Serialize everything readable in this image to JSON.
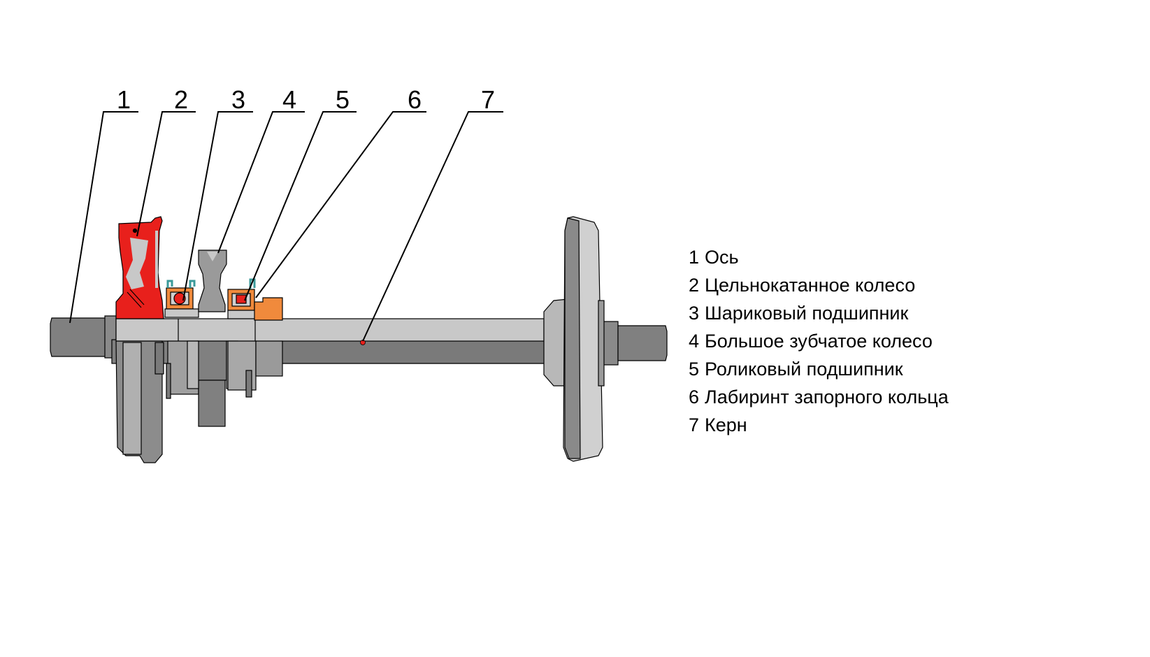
{
  "callouts": [
    "1",
    "2",
    "3",
    "4",
    "5",
    "6",
    "7"
  ],
  "legend": [
    {
      "num": "1",
      "label": "Ось"
    },
    {
      "num": "2",
      "label": "Цельнокатанное колесо"
    },
    {
      "num": "3",
      "label": "Шариковый подшипник"
    },
    {
      "num": "4",
      "label": "Большое зубчатое колесо"
    },
    {
      "num": "5",
      "label": "Роликовый подшипник"
    },
    {
      "num": "6",
      "label": "Лабиринт запорного кольца"
    },
    {
      "num": "7",
      "label": "Керн"
    }
  ],
  "colors": {
    "steel_dark": "#808080",
    "steel_light": "#c8c8c8",
    "section_red": "#e8201c",
    "bearing_orange": "#f08a3c",
    "seal_teal": "#3a9a9a",
    "outline": "#000000"
  }
}
